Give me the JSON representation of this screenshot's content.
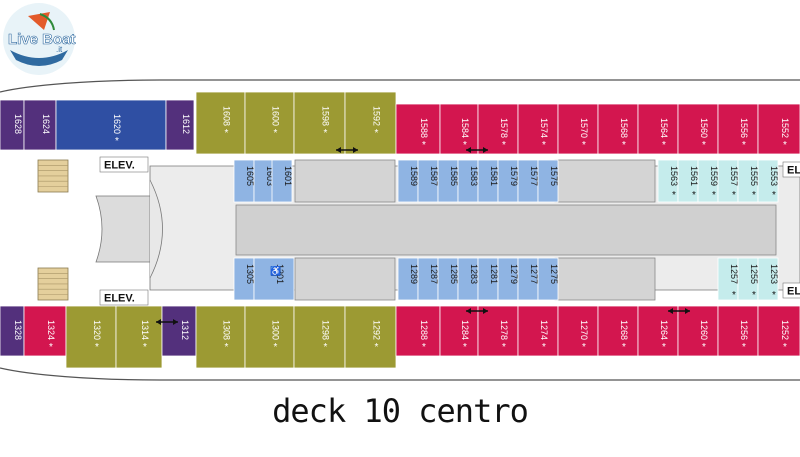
{
  "title": "deck 10 centro",
  "elevator_label": "ELEV.",
  "logo": {
    "name": "live-boat-logo",
    "text": "Live Boat",
    "suffix": ".it"
  },
  "colors": {
    "purple": "#53307c",
    "blue": "#2f4fa3",
    "olive": "#9c9a33",
    "red": "#d3164f",
    "lightblue": "#8fb4e3",
    "cyan": "#c5ecec",
    "gray": "#dadada",
    "pink": "#d3164f",
    "outline": "#555555"
  },
  "top_row": [
    {
      "id": "1628",
      "type": "purple",
      "star": false
    },
    {
      "id": "1624",
      "type": "purple",
      "star": false
    },
    {
      "id": "1620",
      "type": "blue",
      "star": true
    },
    {
      "id": "1612",
      "type": "purple",
      "star": false
    },
    {
      "id": "1608",
      "type": "olive",
      "star": true
    },
    {
      "id": "1600",
      "type": "olive",
      "star": true
    },
    {
      "id": "1598",
      "type": "olive",
      "star": true
    },
    {
      "id": "1592",
      "type": "olive",
      "star": true
    },
    {
      "id": "1588",
      "type": "red",
      "star": true
    },
    {
      "id": "1584",
      "type": "red",
      "star": true
    },
    {
      "id": "1578",
      "type": "red",
      "star": true
    },
    {
      "id": "1574",
      "type": "red",
      "star": true
    },
    {
      "id": "1570",
      "type": "red",
      "star": true
    },
    {
      "id": "1568",
      "type": "red",
      "star": true
    },
    {
      "id": "1564",
      "type": "red",
      "star": true
    },
    {
      "id": "1560",
      "type": "red",
      "star": true
    },
    {
      "id": "1556",
      "type": "red",
      "star": true
    },
    {
      "id": "1552",
      "type": "red",
      "star": true
    }
  ],
  "inner_top": [
    {
      "id": "1605",
      "type": "lightblue",
      "star": false
    },
    {
      "id": "1603",
      "type": "lightblue",
      "star": false
    },
    {
      "id": "1601",
      "type": "lightblue",
      "star": false
    },
    {
      "id": "1589",
      "type": "lightblue",
      "star": false
    },
    {
      "id": "1587",
      "type": "lightblue",
      "star": false
    },
    {
      "id": "1585",
      "type": "lightblue",
      "star": false
    },
    {
      "id": "1583",
      "type": "lightblue",
      "star": false
    },
    {
      "id": "1581",
      "type": "lightblue",
      "star": false
    },
    {
      "id": "1579",
      "type": "lightblue",
      "star": false
    },
    {
      "id": "1577",
      "type": "lightblue",
      "star": false
    },
    {
      "id": "1575",
      "type": "lightblue",
      "star": false
    },
    {
      "id": "1563",
      "type": "cyan",
      "star": true
    },
    {
      "id": "1561",
      "type": "cyan",
      "star": true
    },
    {
      "id": "1559",
      "type": "cyan",
      "star": true
    },
    {
      "id": "1557",
      "type": "cyan",
      "star": true
    },
    {
      "id": "1555",
      "type": "cyan",
      "star": true
    },
    {
      "id": "1553",
      "type": "cyan",
      "star": true
    }
  ],
  "inner_bottom": [
    {
      "id": "1305",
      "type": "lightblue",
      "star": false
    },
    {
      "id": "1301",
      "type": "lightblue",
      "star": false,
      "accessible": true
    },
    {
      "id": "1289",
      "type": "lightblue",
      "star": false
    },
    {
      "id": "1287",
      "type": "lightblue",
      "star": false
    },
    {
      "id": "1285",
      "type": "lightblue",
      "star": false
    },
    {
      "id": "1283",
      "type": "lightblue",
      "star": false
    },
    {
      "id": "1281",
      "type": "lightblue",
      "star": false
    },
    {
      "id": "1279",
      "type": "lightblue",
      "star": false
    },
    {
      "id": "1277",
      "type": "lightblue",
      "star": false
    },
    {
      "id": "1275",
      "type": "lightblue",
      "star": false
    },
    {
      "id": "1257",
      "type": "cyan",
      "star": true
    },
    {
      "id": "1255",
      "type": "cyan",
      "star": true
    },
    {
      "id": "1253",
      "type": "cyan",
      "star": true
    }
  ],
  "bottom_row": [
    {
      "id": "1328",
      "type": "purple",
      "star": false
    },
    {
      "id": "1324",
      "type": "pink",
      "star": true
    },
    {
      "id": "1320",
      "type": "olive",
      "star": true
    },
    {
      "id": "1314",
      "type": "olive",
      "star": true
    },
    {
      "id": "1312",
      "type": "purple",
      "star": false
    },
    {
      "id": "1308",
      "type": "olive",
      "star": true
    },
    {
      "id": "1300",
      "type": "olive",
      "star": true
    },
    {
      "id": "1298",
      "type": "olive",
      "star": true
    },
    {
      "id": "1292",
      "type": "olive",
      "star": true
    },
    {
      "id": "1288",
      "type": "red",
      "star": true
    },
    {
      "id": "1284",
      "type": "red",
      "star": true
    },
    {
      "id": "1278",
      "type": "red",
      "star": true
    },
    {
      "id": "1274",
      "type": "red",
      "star": true
    },
    {
      "id": "1270",
      "type": "red",
      "star": true
    },
    {
      "id": "1268",
      "type": "red",
      "star": true
    },
    {
      "id": "1264",
      "type": "red",
      "star": true
    },
    {
      "id": "1260",
      "type": "red",
      "star": true
    },
    {
      "id": "1256",
      "type": "red",
      "star": true
    },
    {
      "id": "1252",
      "type": "red",
      "star": true
    }
  ],
  "star_symbol": "*",
  "accessible_symbol": "♿"
}
